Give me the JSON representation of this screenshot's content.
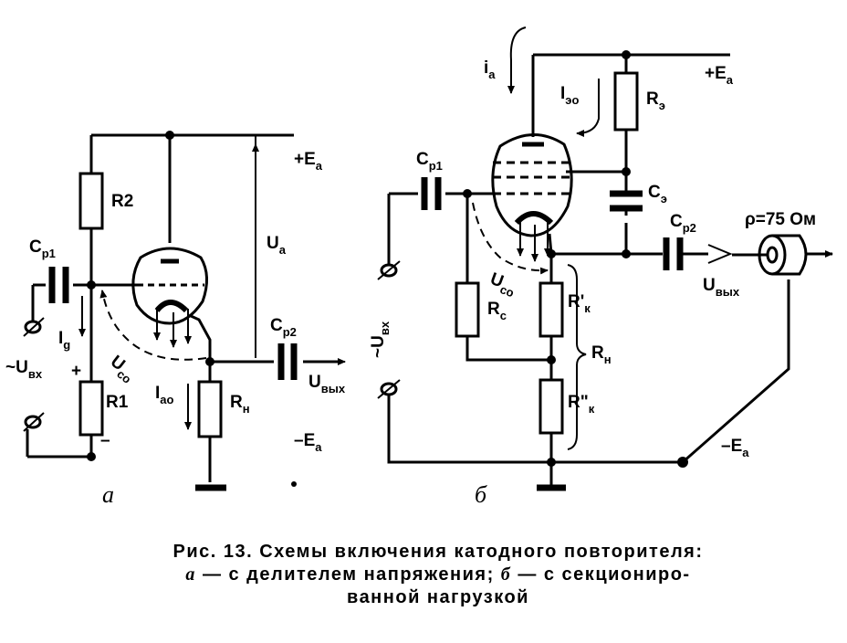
{
  "schematic_a": {
    "resistors": {
      "r1": "R1",
      "r2": "R2",
      "rh": "R",
      "rh_sub": "н"
    },
    "capacitors": {
      "c1": "C",
      "c1_sub": "p1",
      "c2": "C",
      "c2_sub": "p2"
    },
    "supply_pos": "+E",
    "supply_pos_sub": "a",
    "supply_neg": "–E",
    "supply_neg_sub": "a",
    "ua": "U",
    "ua_sub": "a",
    "uin_prefix": "~U",
    "uin_sub": "вх",
    "uout": "U",
    "uout_sub": "вых",
    "ig": "I",
    "ig_sub": "g",
    "iao": "I",
    "iao_sub": "ao",
    "uco": "U",
    "uco_sub": "co",
    "plus": "+",
    "minus": "–",
    "letter": "а"
  },
  "schematic_b": {
    "ia": "i",
    "ia_sub": "a",
    "ieo": "I",
    "ieo_sub": "эо",
    "re": "R",
    "re_sub": "э",
    "ce": "C",
    "ce_sub": "э",
    "cp1": "C",
    "cp1_sub": "p1",
    "cp2": "C",
    "cp2_sub": "p2",
    "rc": "R",
    "rc_sub": "c",
    "rk1": "R'",
    "rk1_sub": "к",
    "rk2": "R\"",
    "rk2_sub": "к",
    "rh": "R",
    "rh_sub": "н",
    "uco": "U",
    "uco_sub": "co",
    "supply_pos": "+E",
    "supply_pos_sub": "a",
    "supply_neg": "–E",
    "supply_neg_sub": "a",
    "uin": "~U",
    "uin_sub": "вх",
    "uout": "U",
    "uout_sub": "вых",
    "cable": "ρ=75 Ом",
    "letter": "б"
  },
  "caption": {
    "line1": "Рис. 13. Схемы включения катодного повторителя:",
    "line2_a": "а",
    "line2_rest": " — с делителем напряжения; ",
    "line2_b": "б",
    "line2_end": " — с секциониро-",
    "line3": "ванной нагрузкой"
  }
}
